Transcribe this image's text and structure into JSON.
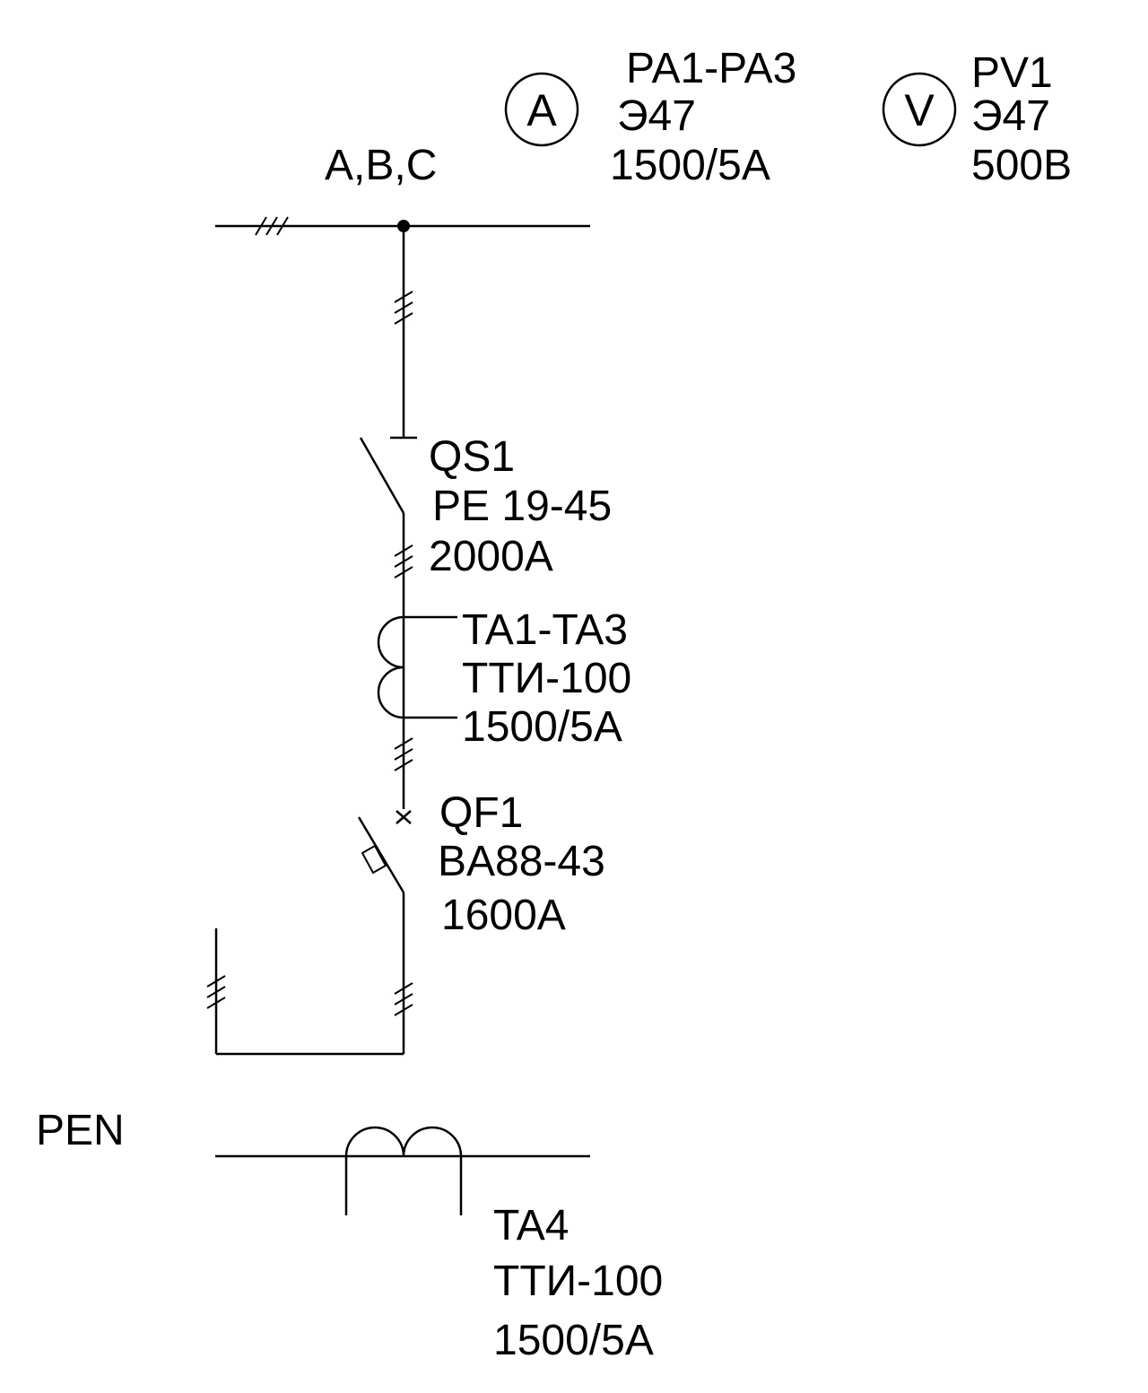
{
  "bus": {
    "label": "A,B,C"
  },
  "meters": {
    "ammeter": {
      "symbol": "A",
      "designation": "PA1-PA3",
      "type": "Э47",
      "rating": "1500/5A"
    },
    "voltmeter": {
      "symbol": "V",
      "designation": "PV1",
      "type": "Э47",
      "rating": "500B"
    }
  },
  "disconnector": {
    "designation": "QS1",
    "type": "PE 19-45",
    "rating": "2000A"
  },
  "current_transformer": {
    "designation": "TA1-TA3",
    "type": "ТТИ-100",
    "rating": "1500/5A"
  },
  "breaker": {
    "designation": "QF1",
    "type": "BA88-43",
    "rating": "1600A"
  },
  "pen": {
    "label": "PEN",
    "transformer": {
      "designation": "TA4",
      "type": "ТТИ-100",
      "rating": "1500/5A"
    }
  },
  "colors": {
    "line": "#000000",
    "background": "#ffffff"
  }
}
